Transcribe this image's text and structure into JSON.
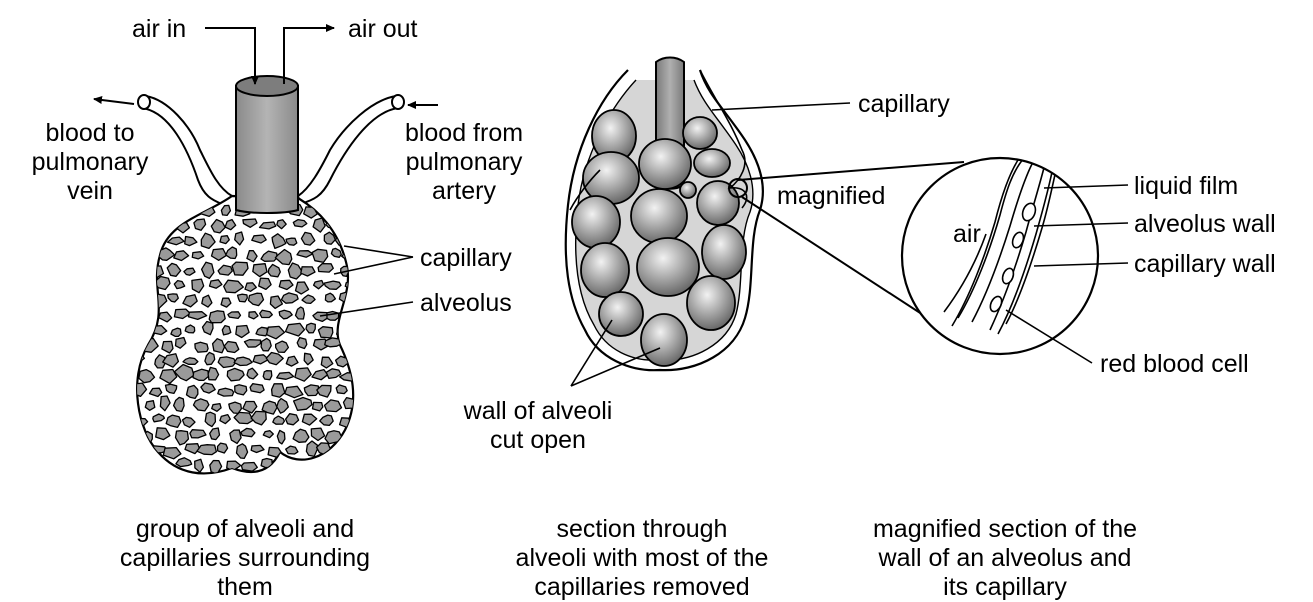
{
  "panel_group": {
    "labels": {
      "air_in": "air in",
      "air_out": "air out",
      "blood_to_vein": [
        "blood to",
        "pulmonary",
        "vein"
      ],
      "blood_from_artery": [
        "blood from",
        "pulmonary",
        "artery"
      ],
      "capillary": "capillary",
      "alveolus": "alveolus"
    },
    "caption": [
      "group of alveoli and",
      "capillaries surrounding",
      "them"
    ]
  },
  "panel_section": {
    "labels": {
      "capillary": "capillary",
      "magnified": "magnified",
      "wall_cut_open": [
        "wall of alveoli",
        "cut open"
      ]
    },
    "caption": [
      "section through",
      "alveoli with most of the",
      "capillaries removed"
    ]
  },
  "panel_magnified": {
    "labels": {
      "air": "air",
      "liquid_film": "liquid film",
      "alveolus_wall": "alveolus wall",
      "capillary_wall": "capillary wall",
      "red_blood_cell": "red blood cell"
    },
    "caption": [
      "magnified section of the",
      "wall of an alveolus and",
      "its capillary"
    ]
  },
  "colors": {
    "ink": "#000000",
    "tube_fill": "#a6a6a6",
    "alveolus_fill": "#9a9a9a",
    "cavity_fill": "#d4d4d4"
  }
}
